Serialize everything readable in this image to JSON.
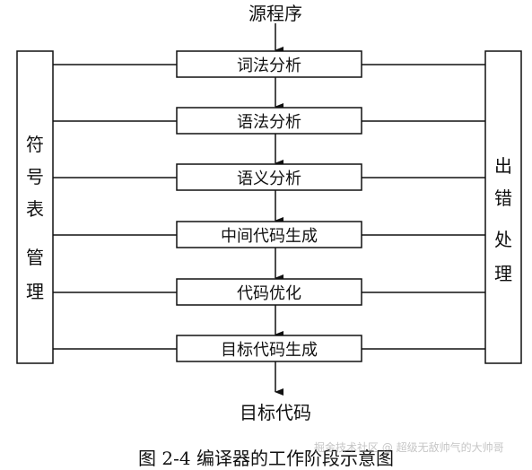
{
  "diagram": {
    "input_label": "源程序",
    "output_label": "目标代码",
    "left_box": {
      "chars": [
        "符",
        "号",
        "表",
        "管",
        "理"
      ]
    },
    "right_box": {
      "chars": [
        "出",
        "错",
        "处",
        "理"
      ]
    },
    "stages": [
      {
        "label": "词法分析"
      },
      {
        "label": "语法分析"
      },
      {
        "label": "语义分析"
      },
      {
        "label": "中间代码生成"
      },
      {
        "label": "代码优化"
      },
      {
        "label": "目标代码生成"
      }
    ],
    "caption": "图 2-4    编译器的工作阶段示意图",
    "watermark": "掘金技术社区 @ 超级无敌帅气的大帅哥"
  }
}
